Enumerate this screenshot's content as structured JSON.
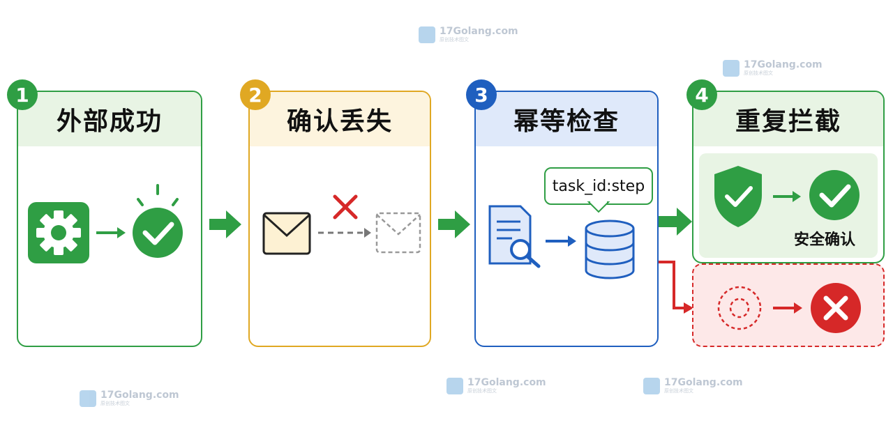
{
  "steps": [
    {
      "number": "1",
      "title": "外部成功"
    },
    {
      "number": "2",
      "title": "确认丢失"
    },
    {
      "number": "3",
      "title": "幂等检查"
    },
    {
      "number": "4",
      "title": "重复拦截"
    }
  ],
  "idempotency_key": "task_id:step",
  "safe_confirm_label": "安全确认",
  "watermark": {
    "text": "17Golang.com",
    "sub": "原创技术图文"
  },
  "colors": {
    "green": "#2f9e44",
    "yellow": "#e0a823",
    "blue": "#1f5fbf",
    "red": "#d62828"
  }
}
